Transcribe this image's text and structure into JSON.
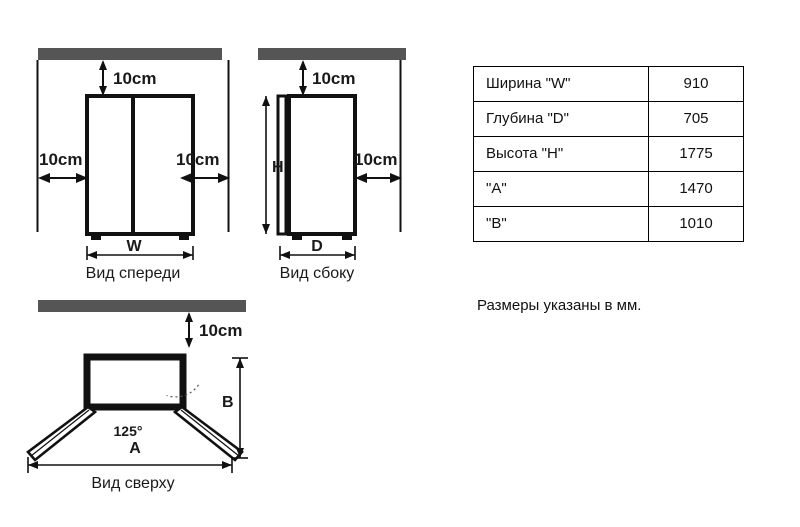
{
  "colors": {
    "wall": "#555555",
    "outline": "#111111",
    "text": "#111111",
    "background": "#ffffff"
  },
  "views": {
    "front": {
      "caption": "Вид спереди",
      "clearance_top": "10cm",
      "clearance_left": "10cm",
      "clearance_right": "10cm",
      "width_label": "W"
    },
    "side": {
      "caption": "Вид сбоку",
      "clearance_top": "10cm",
      "clearance_right": "10cm",
      "height_label": "H",
      "depth_label": "D"
    },
    "top": {
      "caption": "Вид сверху",
      "clearance_top": "10cm",
      "angle_label": "125°",
      "width_label": "A",
      "depth_label": "B"
    }
  },
  "table": {
    "rows": [
      {
        "param": "Ширина \"W\"",
        "value": "910"
      },
      {
        "param": "Глубина \"D\"",
        "value": "705"
      },
      {
        "param": "Высота \"H\"",
        "value": "1775"
      },
      {
        "param": "\"A\"",
        "value": "1470"
      },
      {
        "param": "\"B\"",
        "value": "1010"
      }
    ]
  },
  "note": "Размеры указаны в мм."
}
